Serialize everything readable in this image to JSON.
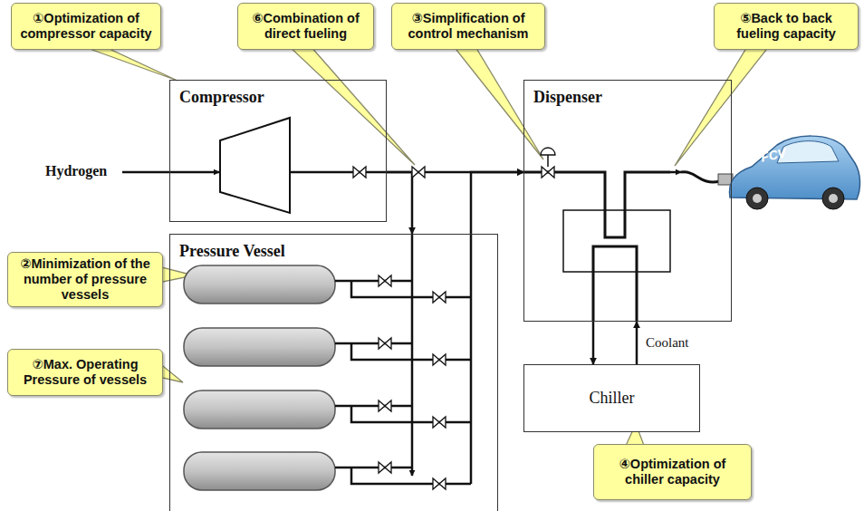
{
  "diagram": {
    "nodes": [
      {
        "text": [
          "①Optimization of compressor capacity"
        ]
      },
      {
        "text": [
          "Compressor"
        ]
      },
      {
        "text": [
          "⑥Combination of direct fueling"
        ]
      },
      {
        "text": [
          "③Simplification of control mechanism"
        ]
      },
      {
        "text": [
          "Dispenser"
        ]
      },
      {
        "text": [
          "⑤Back to back fueling capacity"
        ]
      },
      {
        "text": [
          "Pressure Vessel"
        ]
      },
      {
        "text": [
          "②Minimization of the number of pressure vessels"
        ]
      },
      {
        "text": [
          "⑦Max. Operating Pressure of vessels"
        ]
      },
      {
        "text": [
          "Chiller"
        ]
      },
      {
        "text": [
          "④Optimization of chiller capacity"
        ]
      }
    ],
    "edges": [
      {
        "from": 1,
        "to": 4,
        "arrow": "to"
      },
      {
        "from": 1,
        "to": 6,
        "arrow": "to"
      },
      {
        "from": 6,
        "to": 4,
        "arrow": "to"
      },
      {
        "from": 4,
        "to": 9,
        "arrow": "to"
      },
      {
        "from": 9,
        "to": 4,
        "arrow": "to",
        "label": "Coolant"
      }
    ],
    "labels": [
      "Hydrogen",
      "FCV"
    ]
  }
}
